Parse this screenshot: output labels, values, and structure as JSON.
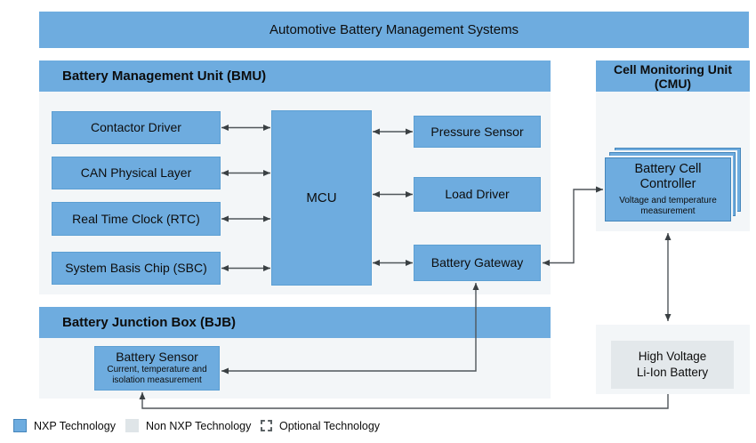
{
  "diagram": {
    "title": "Automotive Battery Management Systems"
  },
  "bmu": {
    "header": "Battery Management Unit (BMU)",
    "peripherals": [
      {
        "label": "Contactor Driver"
      },
      {
        "label": "CAN Physical Layer"
      },
      {
        "label": "Real Time Clock (RTC)"
      },
      {
        "label": "System Basis Chip (SBC)"
      }
    ],
    "mcu_label": "MCU",
    "modules": [
      {
        "label": "Pressure Sensor"
      },
      {
        "label": "Load Driver"
      },
      {
        "label": "Battery Gateway"
      }
    ]
  },
  "bjb": {
    "header": "Battery Junction Box (BJB)",
    "battery_sensor": {
      "title": "Battery Sensor",
      "subtitle": "Current, temperature and isolation measurement"
    }
  },
  "cmu": {
    "header_line1": "Cell Monitoring Unit",
    "header_line2": "(CMU)",
    "battery_cell_controller": {
      "title": "Battery Cell Controller",
      "subtitle": "Voltage and temperature measurement"
    }
  },
  "high_voltage_battery": {
    "line1": "High Voltage",
    "line2": "Li-Ion Battery"
  },
  "legend": {
    "items": [
      {
        "label": "NXP Technology",
        "swatch": "nxp-blue"
      },
      {
        "label": "Non NXP Technology",
        "swatch": "non-nxp-gray"
      },
      {
        "label": "Optional Technology",
        "swatch": "optional-dashed"
      }
    ]
  },
  "colors": {
    "nxp_blue": "#6EACDF",
    "non_nxp_gray": "#DFE5E8",
    "section_background": "#F3F6F8",
    "battery_inner_gray": "#E3E8EB",
    "connector_line": "#50565A"
  }
}
